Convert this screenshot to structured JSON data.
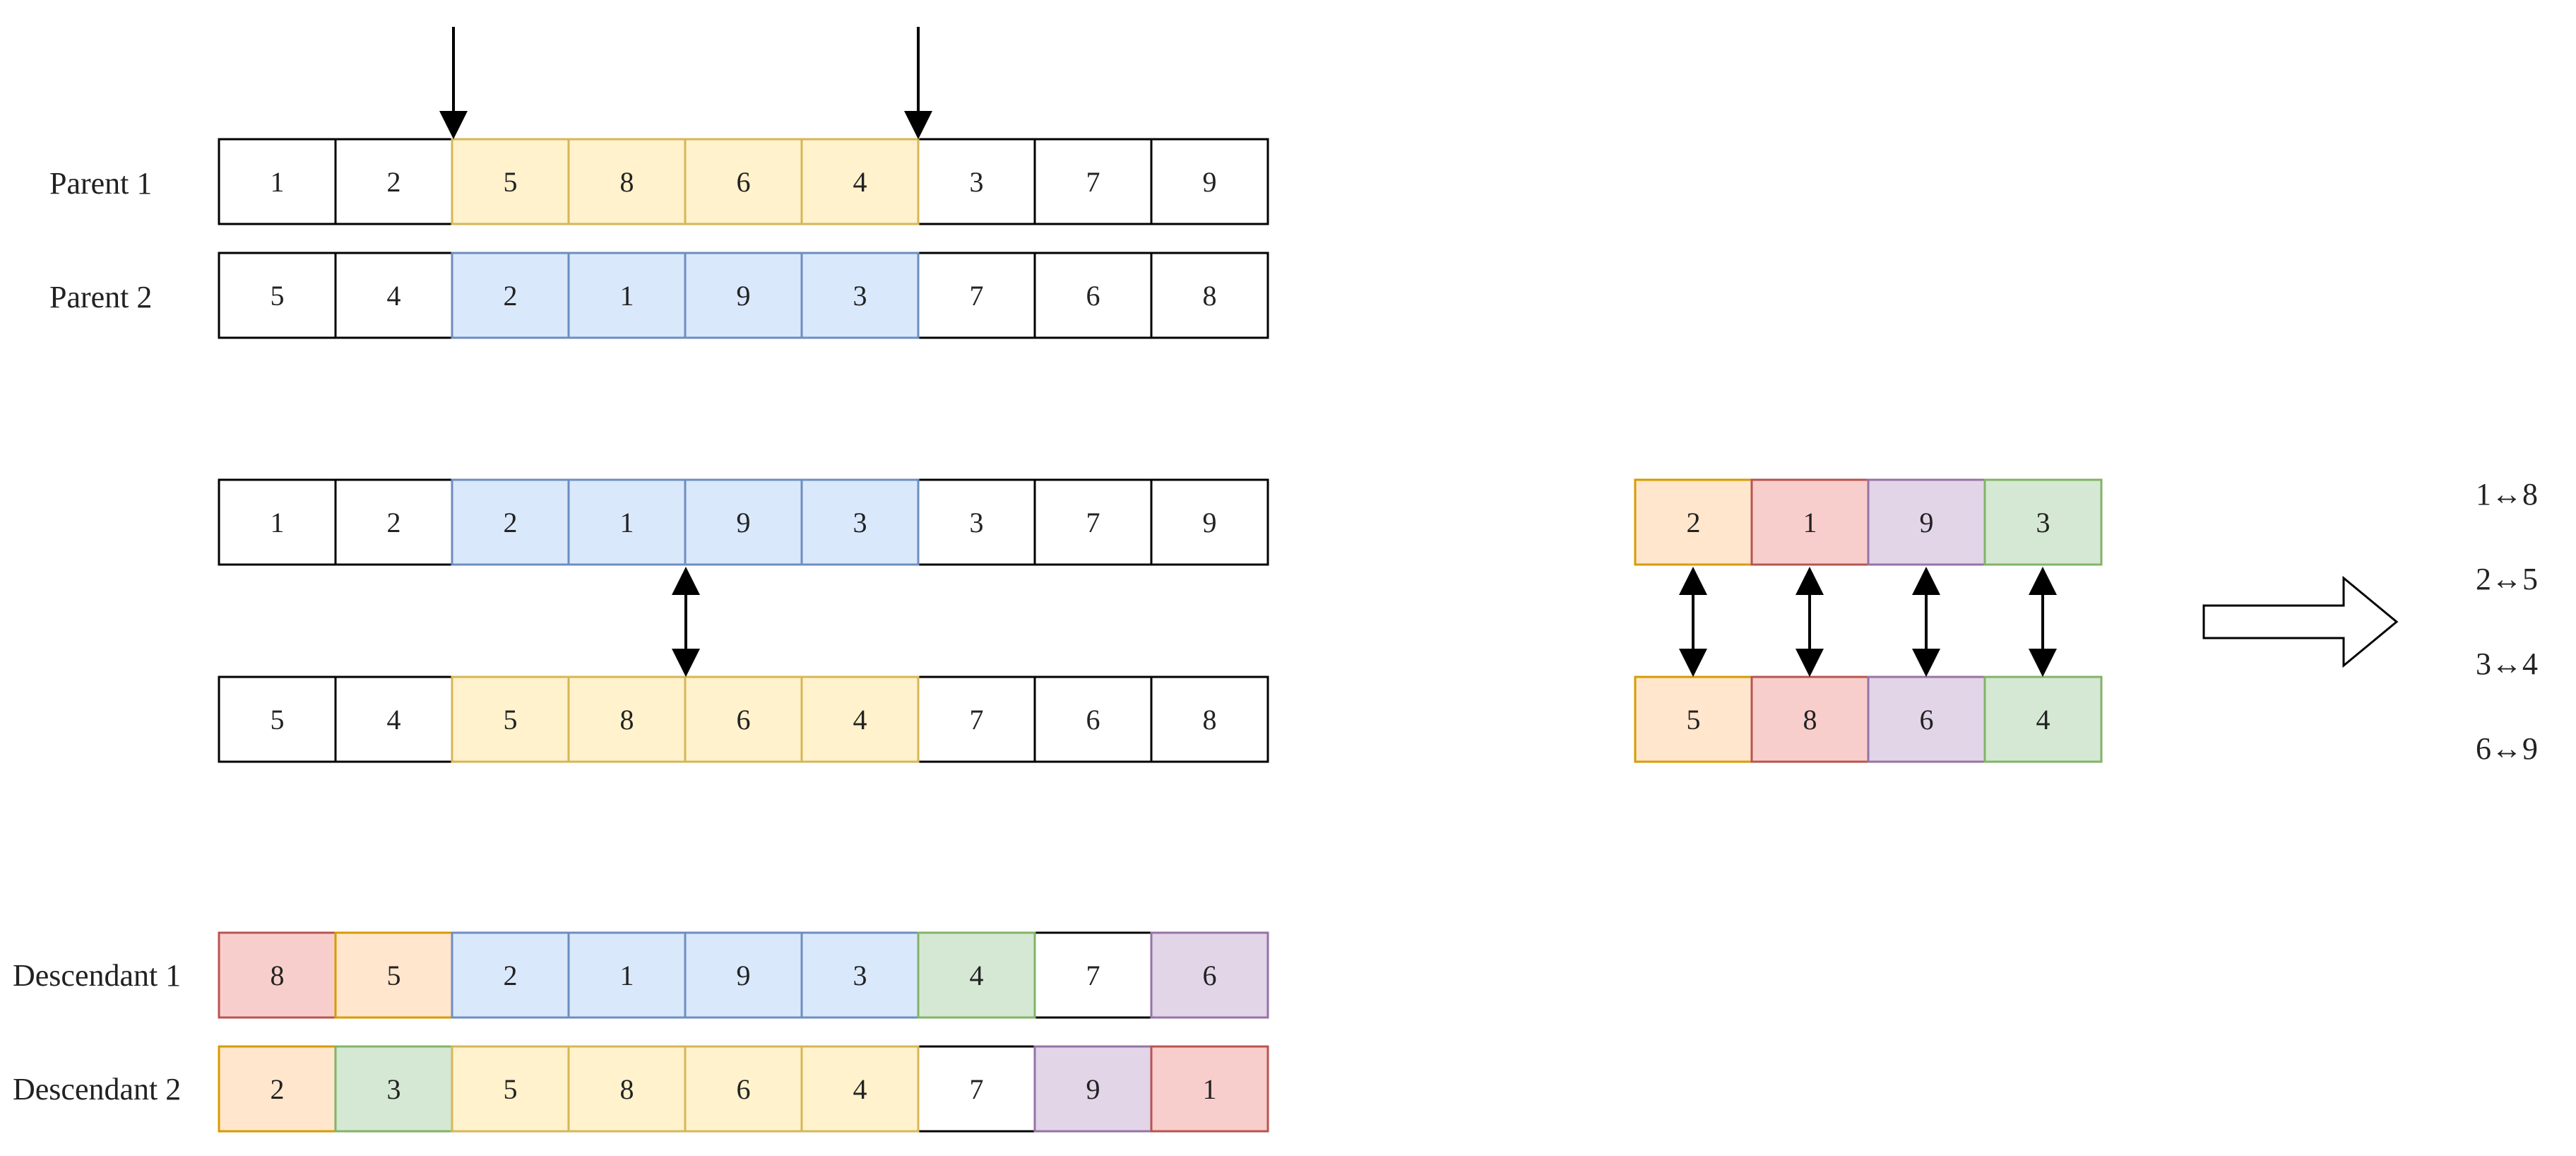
{
  "colors": {
    "white": {
      "fill": "#ffffff",
      "stroke": "#000000"
    },
    "yellow": {
      "fill": "#fff2cc",
      "stroke": "#d6b656"
    },
    "blue": {
      "fill": "#dae8fc",
      "stroke": "#6c8ebf"
    },
    "orange": {
      "fill": "#ffe6cc",
      "stroke": "#d79b00"
    },
    "red": {
      "fill": "#f8cecc",
      "stroke": "#b85450"
    },
    "purple": {
      "fill": "#e1d5e7",
      "stroke": "#9673a6"
    },
    "green": {
      "fill": "#d5e8d4",
      "stroke": "#82b366"
    }
  },
  "rows": {
    "parent1": {
      "label": "Parent 1",
      "cells": [
        {
          "value": "1",
          "color": "white"
        },
        {
          "value": "2",
          "color": "white"
        },
        {
          "value": "5",
          "color": "yellow"
        },
        {
          "value": "8",
          "color": "yellow"
        },
        {
          "value": "6",
          "color": "yellow"
        },
        {
          "value": "4",
          "color": "yellow"
        },
        {
          "value": "3",
          "color": "white"
        },
        {
          "value": "7",
          "color": "white"
        },
        {
          "value": "9",
          "color": "white"
        }
      ]
    },
    "parent2": {
      "label": "Parent 2",
      "cells": [
        {
          "value": "5",
          "color": "white"
        },
        {
          "value": "4",
          "color": "white"
        },
        {
          "value": "2",
          "color": "blue"
        },
        {
          "value": "1",
          "color": "blue"
        },
        {
          "value": "9",
          "color": "blue"
        },
        {
          "value": "3",
          "color": "blue"
        },
        {
          "value": "7",
          "color": "white"
        },
        {
          "value": "6",
          "color": "white"
        },
        {
          "value": "8",
          "color": "white"
        }
      ]
    },
    "swapped1": {
      "label": "",
      "cells": [
        {
          "value": "1",
          "color": "white"
        },
        {
          "value": "2",
          "color": "white"
        },
        {
          "value": "2",
          "color": "blue"
        },
        {
          "value": "1",
          "color": "blue"
        },
        {
          "value": "9",
          "color": "blue"
        },
        {
          "value": "3",
          "color": "blue"
        },
        {
          "value": "3",
          "color": "white"
        },
        {
          "value": "7",
          "color": "white"
        },
        {
          "value": "9",
          "color": "white"
        }
      ]
    },
    "swapped2": {
      "label": "",
      "cells": [
        {
          "value": "5",
          "color": "white"
        },
        {
          "value": "4",
          "color": "white"
        },
        {
          "value": "5",
          "color": "yellow"
        },
        {
          "value": "8",
          "color": "yellow"
        },
        {
          "value": "6",
          "color": "yellow"
        },
        {
          "value": "4",
          "color": "yellow"
        },
        {
          "value": "7",
          "color": "white"
        },
        {
          "value": "6",
          "color": "white"
        },
        {
          "value": "8",
          "color": "white"
        }
      ]
    },
    "descendant1": {
      "label": "Descendant 1",
      "cells": [
        {
          "value": "8",
          "color": "red"
        },
        {
          "value": "5",
          "color": "orange"
        },
        {
          "value": "2",
          "color": "blue"
        },
        {
          "value": "1",
          "color": "blue"
        },
        {
          "value": "9",
          "color": "blue"
        },
        {
          "value": "3",
          "color": "blue"
        },
        {
          "value": "4",
          "color": "green"
        },
        {
          "value": "7",
          "color": "white"
        },
        {
          "value": "6",
          "color": "purple"
        }
      ]
    },
    "descendant2": {
      "label": "Descendant 2",
      "cells": [
        {
          "value": "2",
          "color": "orange"
        },
        {
          "value": "3",
          "color": "green"
        },
        {
          "value": "5",
          "color": "yellow"
        },
        {
          "value": "8",
          "color": "yellow"
        },
        {
          "value": "6",
          "color": "yellow"
        },
        {
          "value": "4",
          "color": "yellow"
        },
        {
          "value": "7",
          "color": "white"
        },
        {
          "value": "9",
          "color": "purple"
        },
        {
          "value": "1",
          "color": "red"
        }
      ]
    },
    "segmentTop": {
      "label": "",
      "cells": [
        {
          "value": "2",
          "color": "orange"
        },
        {
          "value": "1",
          "color": "red"
        },
        {
          "value": "9",
          "color": "purple"
        },
        {
          "value": "3",
          "color": "green"
        }
      ]
    },
    "segmentBottom": {
      "label": "",
      "cells": [
        {
          "value": "5",
          "color": "orange"
        },
        {
          "value": "8",
          "color": "red"
        },
        {
          "value": "6",
          "color": "purple"
        },
        {
          "value": "4",
          "color": "green"
        }
      ]
    }
  },
  "mappings": [
    "1↔8",
    "2↔5",
    "3↔4",
    "6↔9"
  ]
}
